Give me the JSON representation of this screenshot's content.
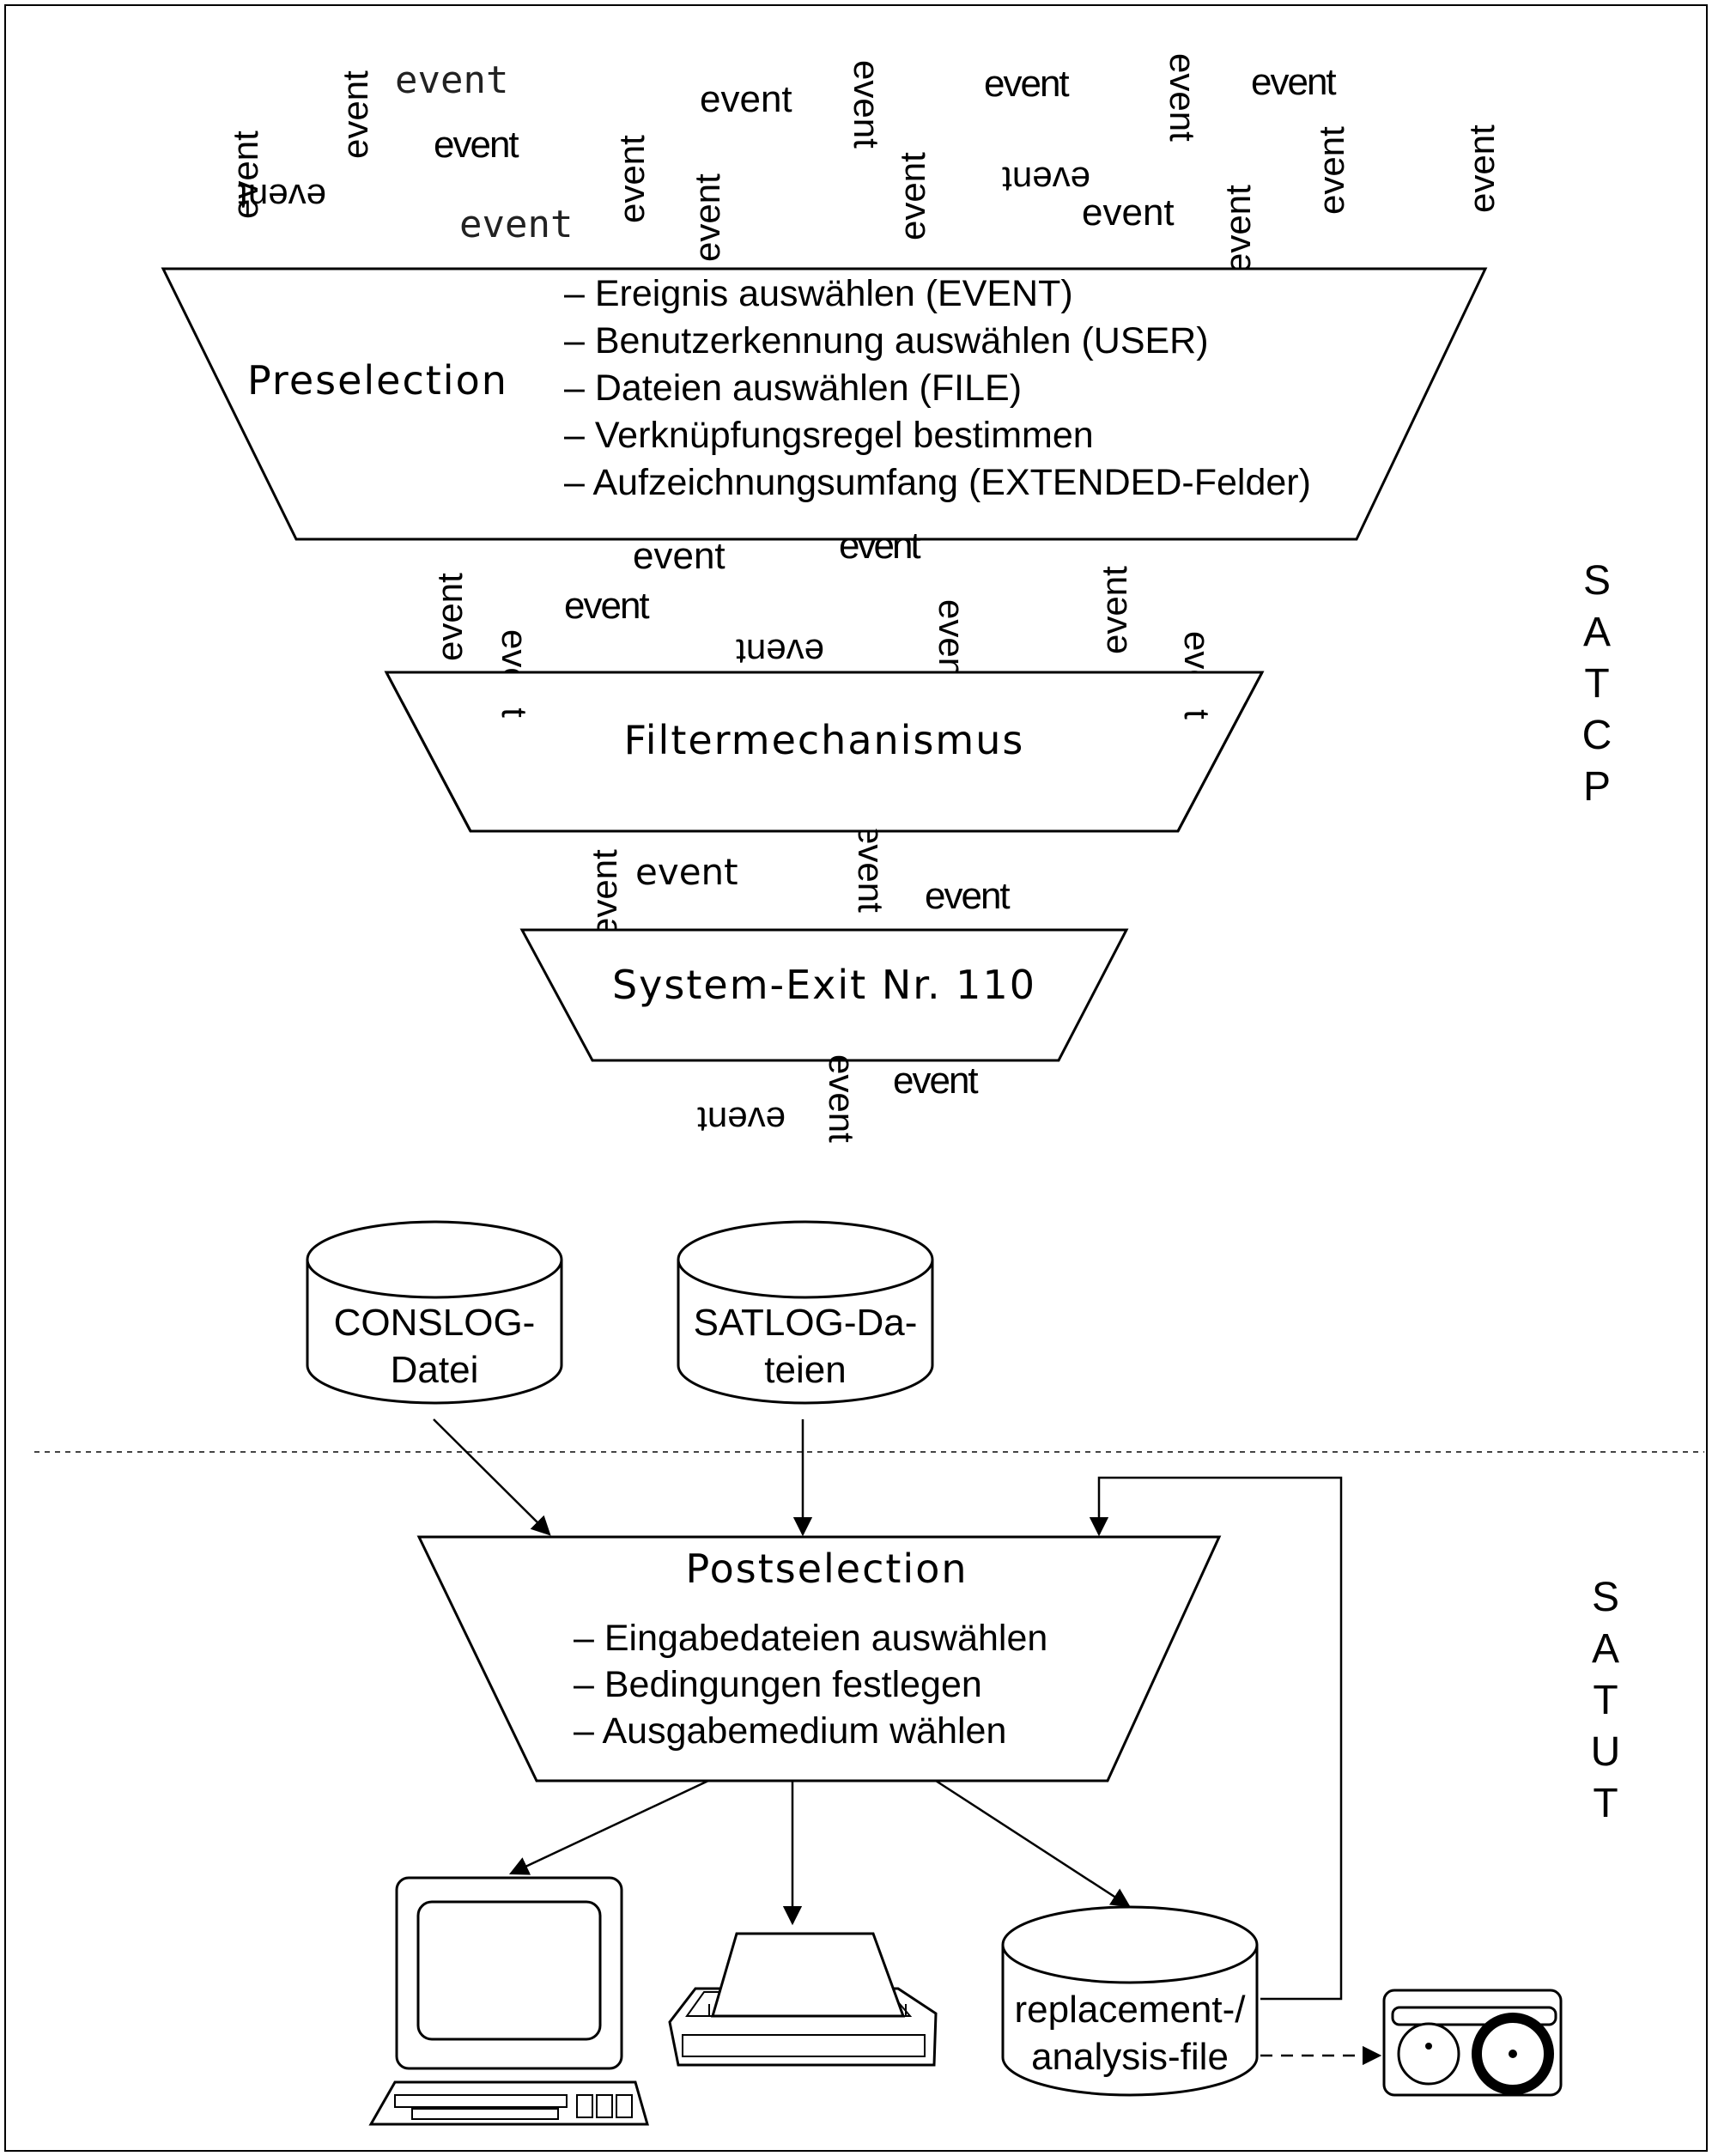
{
  "event_word": "event",
  "preselection": {
    "title": "Preselection",
    "items": [
      "– Ereignis auswählen (EVENT)",
      "– Benutzerkennung auswählen (USER)",
      "– Dateien auswählen (FILE)",
      "– Verknüpfungsregel bestimmen",
      "– Aufzeichnungsumfang (EXTENDED-Felder)"
    ]
  },
  "filter": {
    "title": "Filtermechanismus"
  },
  "system_exit": {
    "title": "System-Exit Nr. 110"
  },
  "files": {
    "conslog": {
      "line1": "CONSLOG-",
      "line2": "Datei"
    },
    "satlog": {
      "line1": "SATLOG-Da-",
      "line2": "teien"
    }
  },
  "postselection": {
    "title": "Postselection",
    "items": [
      "– Eingabedateien auswählen",
      "– Bedingungen festlegen",
      "– Ausgabemedium wählen"
    ]
  },
  "replacement_file": {
    "line1": "replacement-/",
    "line2": "analysis-file"
  },
  "side_labels": {
    "satcp": [
      "S",
      "A",
      "T",
      "C",
      "P"
    ],
    "satut": [
      "S",
      "A",
      "T",
      "U",
      "T"
    ]
  },
  "icons": [
    "terminal-icon",
    "printer-icon",
    "tape-drive-icon",
    "database-icon"
  ]
}
